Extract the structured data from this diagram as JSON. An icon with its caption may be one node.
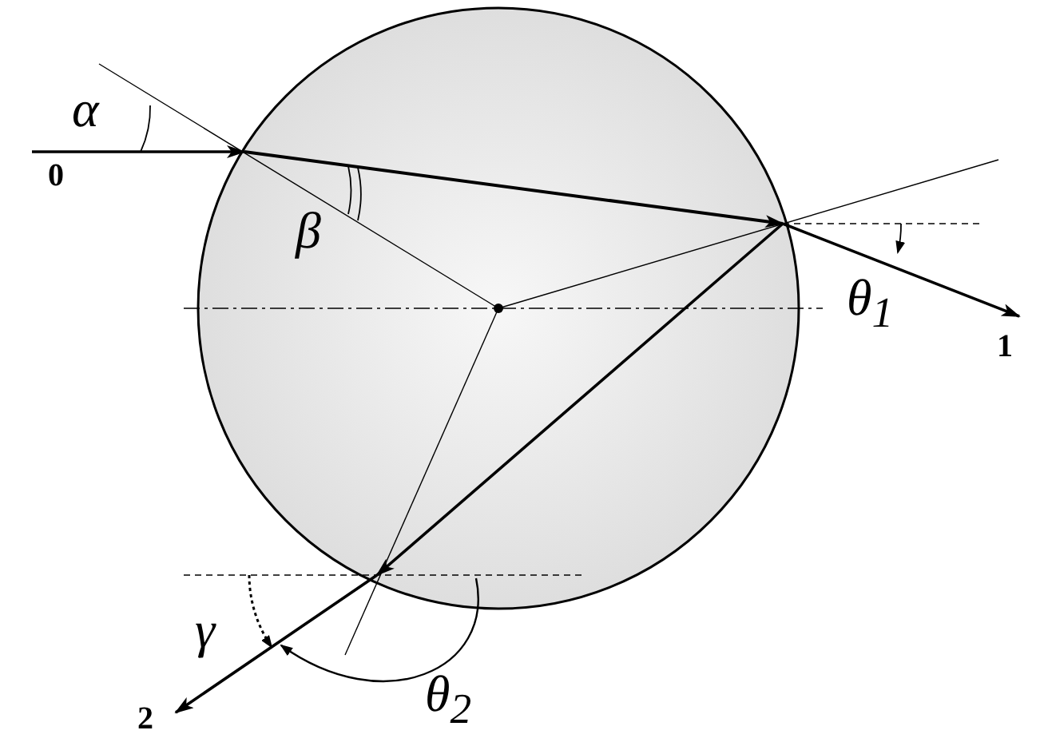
{
  "diagram": {
    "labels": [
      "α",
      "0",
      "β",
      "θ$_{1}$",
      "1",
      "γ",
      "2",
      "θ$_{2}$"
    ]
  }
}
